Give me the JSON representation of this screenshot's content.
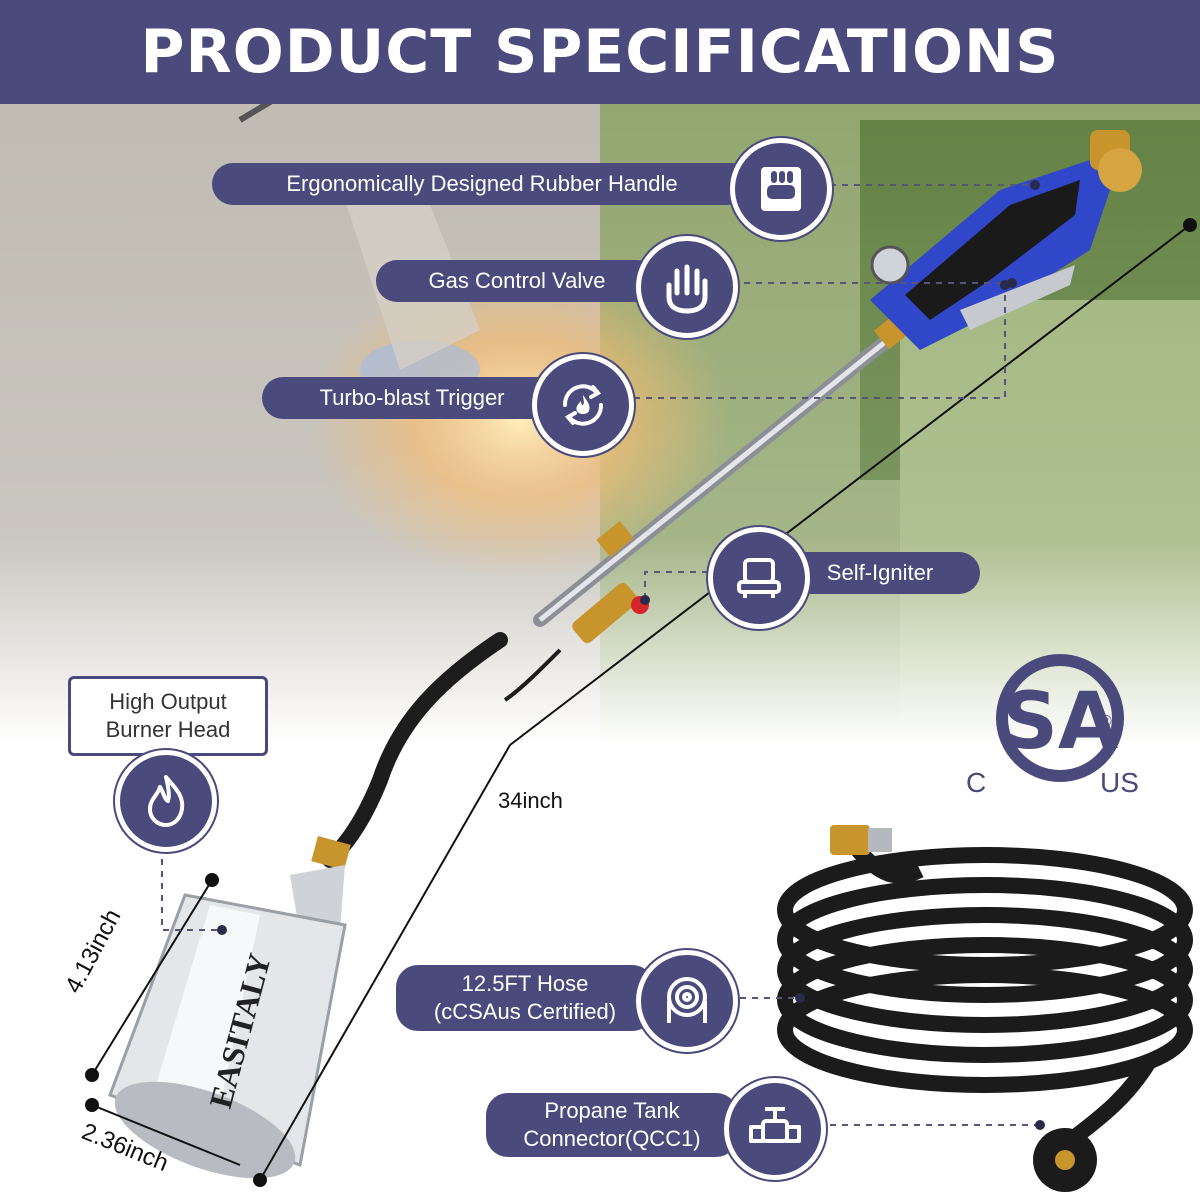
{
  "title": "PRODUCT SPECIFICATIONS",
  "brand": "EASITALY",
  "colors": {
    "accent": "#4a4a7c",
    "dashed": "#555577"
  },
  "features": {
    "handle": {
      "label": "Ergonomically Designed Rubber Handle",
      "icon": "hand-grip-icon"
    },
    "valve": {
      "label": "Gas Control Valve",
      "icon": "hand-stop-icon"
    },
    "trigger": {
      "label": "Turbo-blast Trigger",
      "icon": "flame-cycle-icon"
    },
    "igniter": {
      "label": "Self-Igniter",
      "icon": "igniter-icon"
    },
    "burner": {
      "line1": "High Output",
      "line2": "Burner Head",
      "icon": "flame-icon"
    },
    "hose": {
      "line1": "12.5FT Hose",
      "line2": "(cCSAus Certified)",
      "icon": "hose-reel-icon"
    },
    "connector": {
      "line1": "Propane Tank",
      "line2": "Connector(QCC1)",
      "icon": "pipe-valve-icon"
    }
  },
  "dimensions": {
    "length": "34inch",
    "diameter": "4.13inch",
    "width": "2.36inch"
  },
  "certification": {
    "mark": "SA",
    "left": "C",
    "right": "US",
    "registered": "®"
  }
}
